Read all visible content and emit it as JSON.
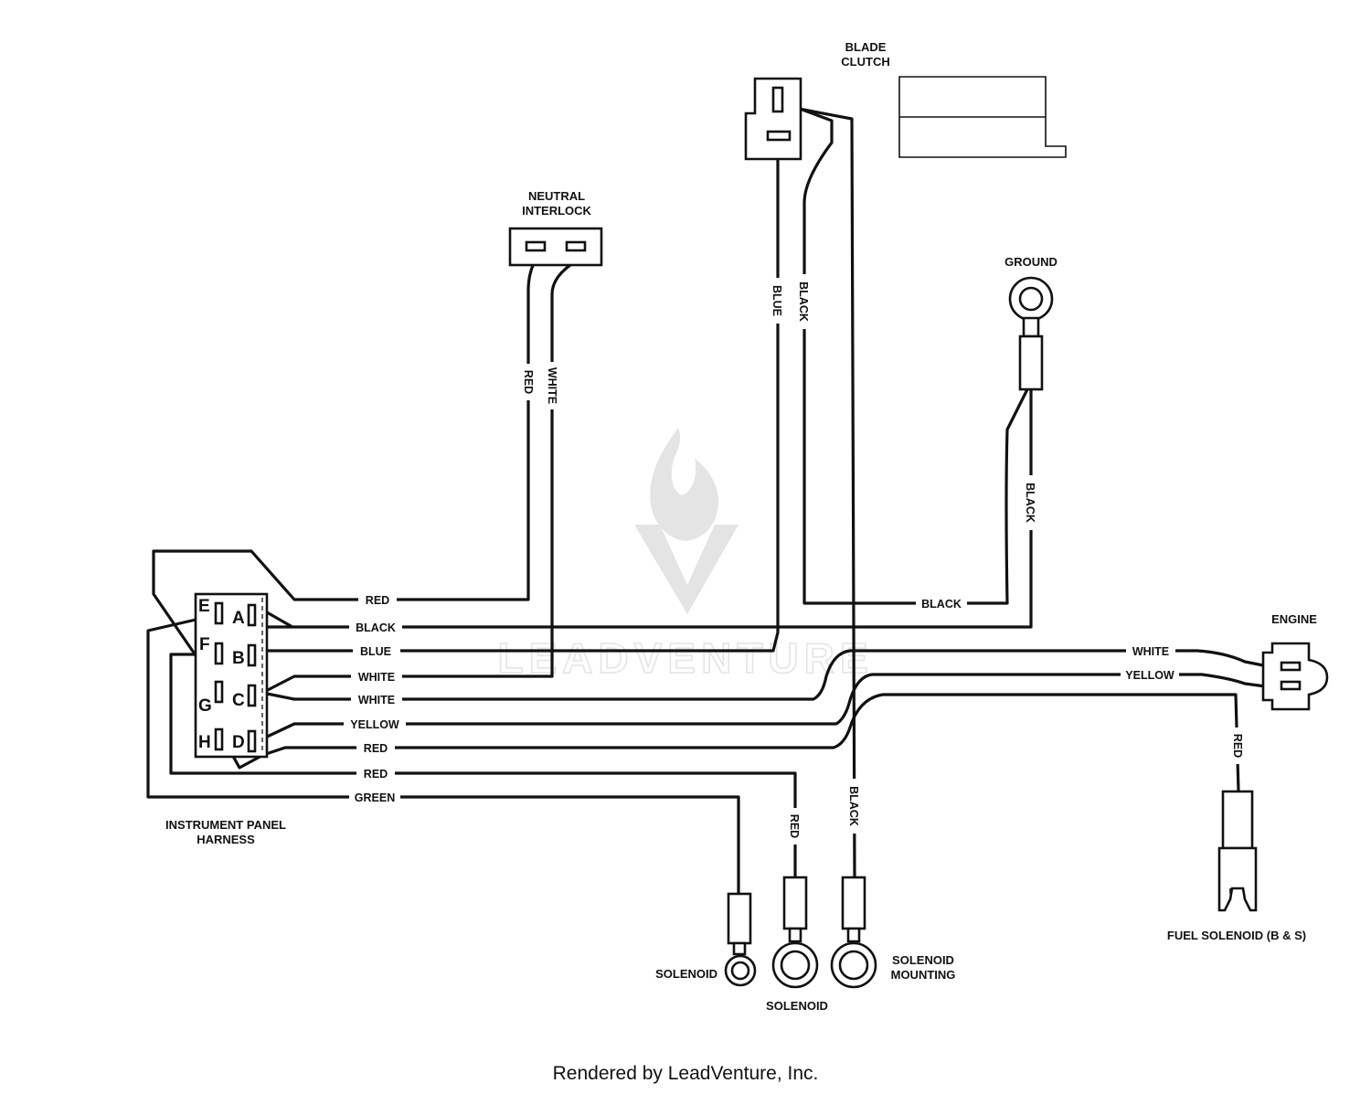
{
  "components": {
    "blade_clutch": [
      "BLADE",
      "CLUTCH"
    ],
    "neutral_interlock": [
      "NEUTRAL",
      "INTERLOCK"
    ],
    "ground": "GROUND",
    "engine": "ENGINE",
    "instrument_panel_harness": [
      "INSTRUMENT PANEL",
      "HARNESS"
    ],
    "solenoid_left": "SOLENOID",
    "solenoid_center": "SOLENOID",
    "solenoid_mounting": [
      "SOLENOID",
      "MOUNTING"
    ],
    "fuel_solenoid": "FUEL SOLENOID (B & S)"
  },
  "harness_pins": [
    "E",
    "A",
    "F",
    "B",
    "G",
    "C",
    "H",
    "D"
  ],
  "wires": {
    "red_interlock": "RED",
    "white_interlock": "WHITE",
    "blue_clutch": "BLUE",
    "black_clutch": "BLACK",
    "black_ground": "BLACK",
    "black_ground_h": "BLACK",
    "harness_red_top": "RED",
    "harness_black": "BLACK",
    "harness_blue": "BLUE",
    "harness_white_1": "WHITE",
    "harness_white_2": "WHITE",
    "harness_yellow": "YELLOW",
    "harness_red_mid": "RED",
    "harness_red_low": "RED",
    "harness_green": "GREEN",
    "engine_white": "WHITE",
    "engine_yellow": "YELLOW",
    "fuel_red": "RED",
    "solenoid_red": "RED",
    "mounting_black": "BLACK"
  },
  "watermark": "LEADVENTURE",
  "footer": "Rendered by LeadVenture, Inc."
}
